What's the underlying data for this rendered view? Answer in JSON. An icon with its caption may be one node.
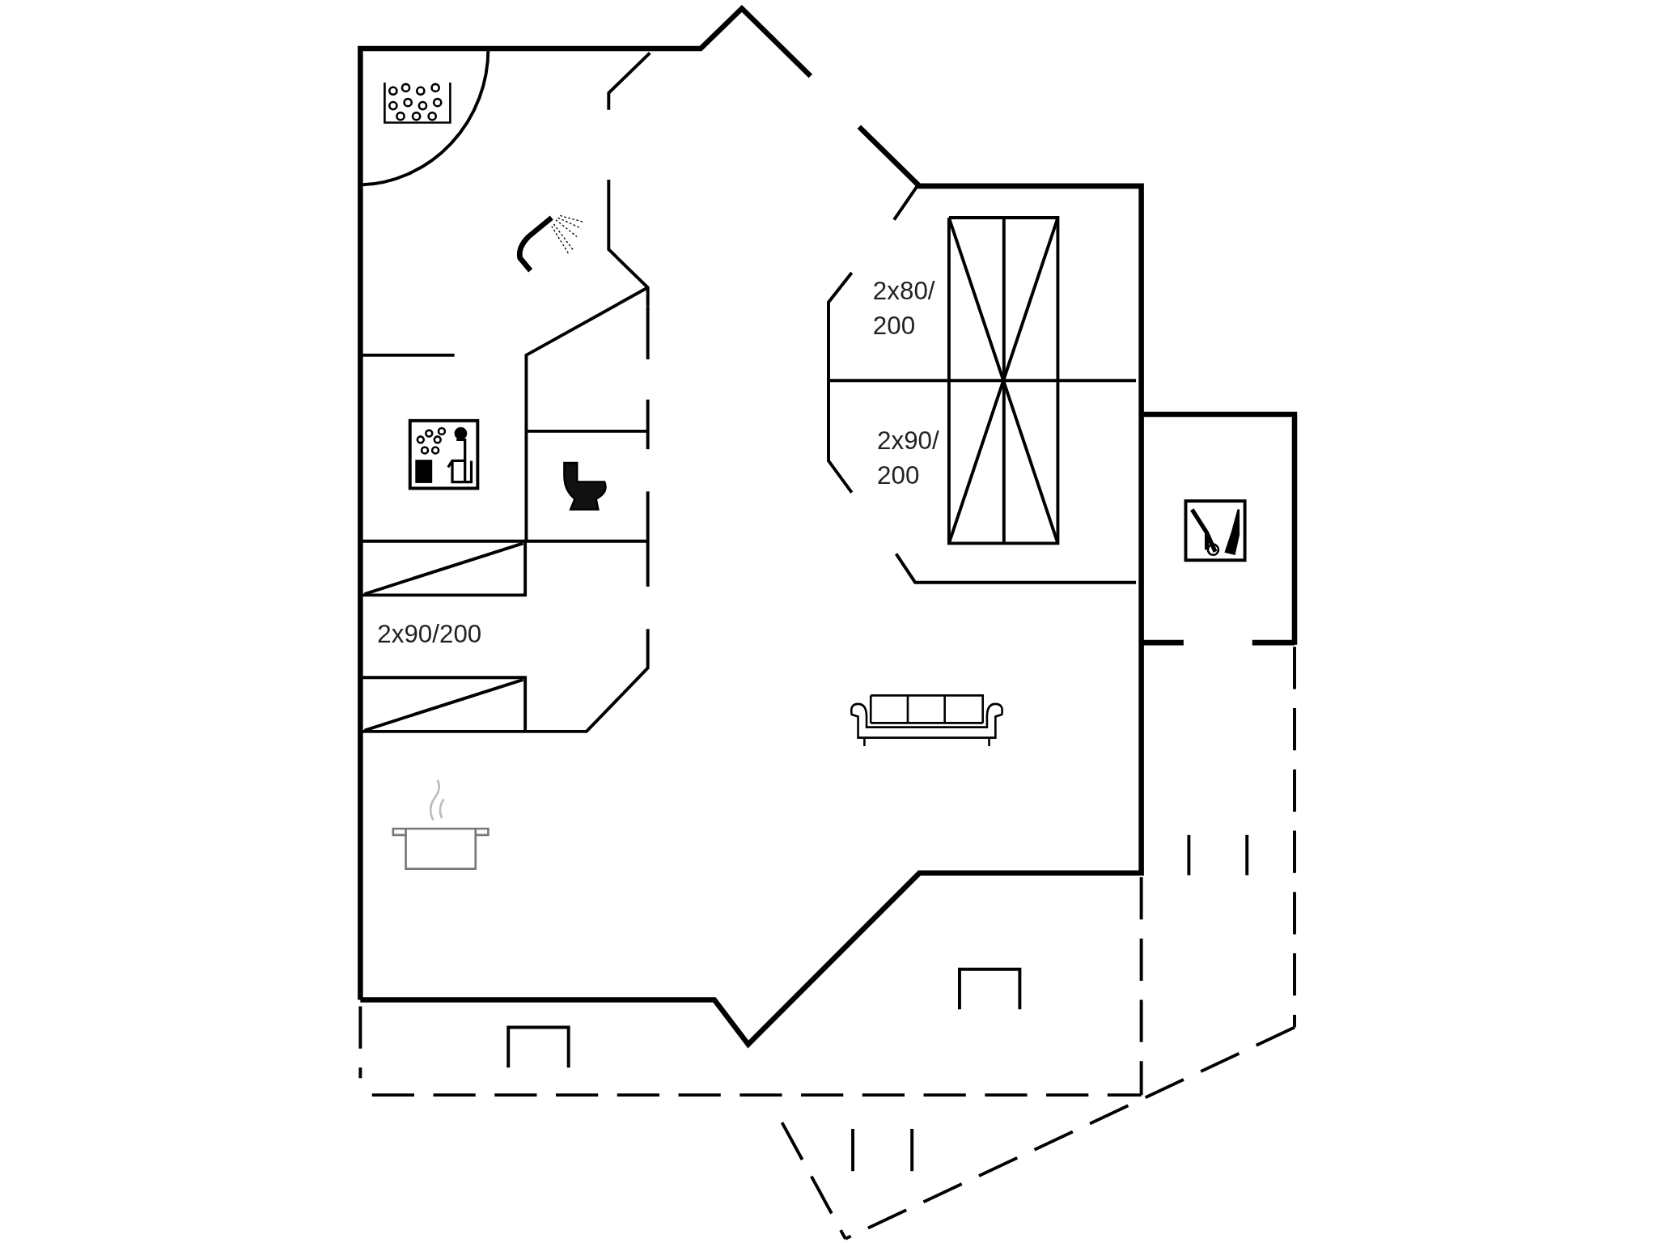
{
  "diagram": {
    "labels": [
      "2x80/ 200",
      "2x90/ 200",
      "2x90/200"
    ]
  }
}
